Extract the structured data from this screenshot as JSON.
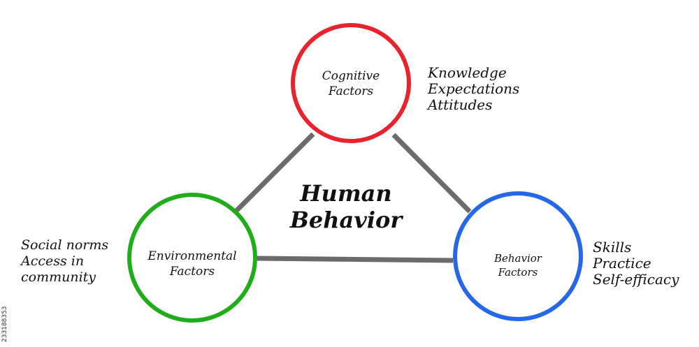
{
  "center": {
    "line1": "Human",
    "line2": "Behavior"
  },
  "nodes": {
    "cognitive": {
      "line1": "Cognitive",
      "line2": "Factors",
      "color": "#e8232d",
      "details": [
        "Knowledge",
        "Expectations",
        "Attitudes"
      ]
    },
    "environmental": {
      "line1": "Environmental",
      "line2": "Factors",
      "color": "#1fae1a",
      "details": [
        "Social norms",
        "Access in",
        "community"
      ]
    },
    "behavior": {
      "line1": "Behavior",
      "line2": "Factors",
      "color": "#2467e8",
      "details": [
        "Skills",
        "Practice",
        "Self-efficacy"
      ]
    }
  },
  "connector_color": "#6b6b6b",
  "stock_id": "233188353"
}
